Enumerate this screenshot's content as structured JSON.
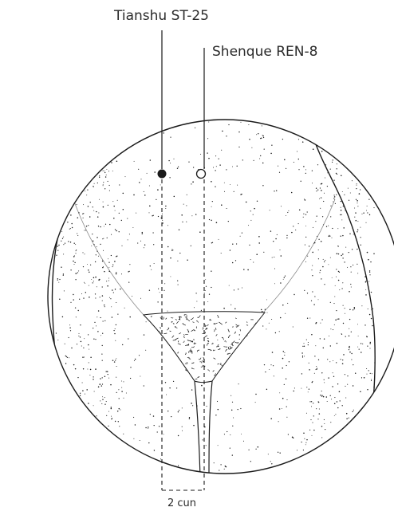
{
  "labels": {
    "tianshu": "Tianshu ST-25",
    "shenque": "Shenque REN-8",
    "distance": "2 cun"
  },
  "points": [
    {
      "name": "Tianshu ST-25",
      "style": "filled"
    },
    {
      "name": "Shenque REN-8",
      "style": "hollow"
    }
  ],
  "colors": {
    "ink": "#1a1a1a",
    "background": "#ffffff"
  }
}
